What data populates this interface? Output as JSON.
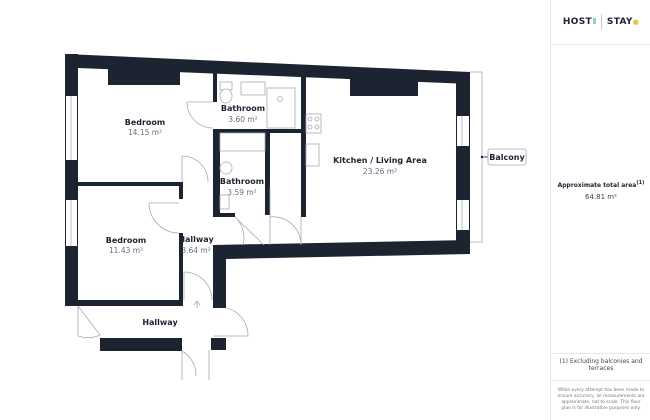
{
  "brand": {
    "left": "HOST",
    "right": "STAY"
  },
  "rooms": [
    {
      "name": "Bedroom",
      "area": "14.15 m²"
    },
    {
      "name": "Bathroom",
      "area": "3.60 m²"
    },
    {
      "name": "Bathroom",
      "area": "3.59 m²"
    },
    {
      "name": "Kitchen / Living Area",
      "area": "23.26 m²"
    },
    {
      "name": "Bedroom",
      "area": "11.43 m²"
    },
    {
      "name": "Hallway",
      "area": "3.64 m²"
    },
    {
      "name": "Hallway",
      "area": ""
    }
  ],
  "balcony_label": "Balcony",
  "summary": {
    "title": "Approximate total area",
    "title_sup": "(1)",
    "value": "64.81 m²"
  },
  "footnote": "(1) Excluding balconies and terraces",
  "disclaimer": "While every attempt has been made to ensure accuracy, all measurements are approximate, not to scale. This floor plan is for illustrative purposes only.",
  "colors": {
    "wall": "#1c2331",
    "fixture": "#a9abb0"
  }
}
